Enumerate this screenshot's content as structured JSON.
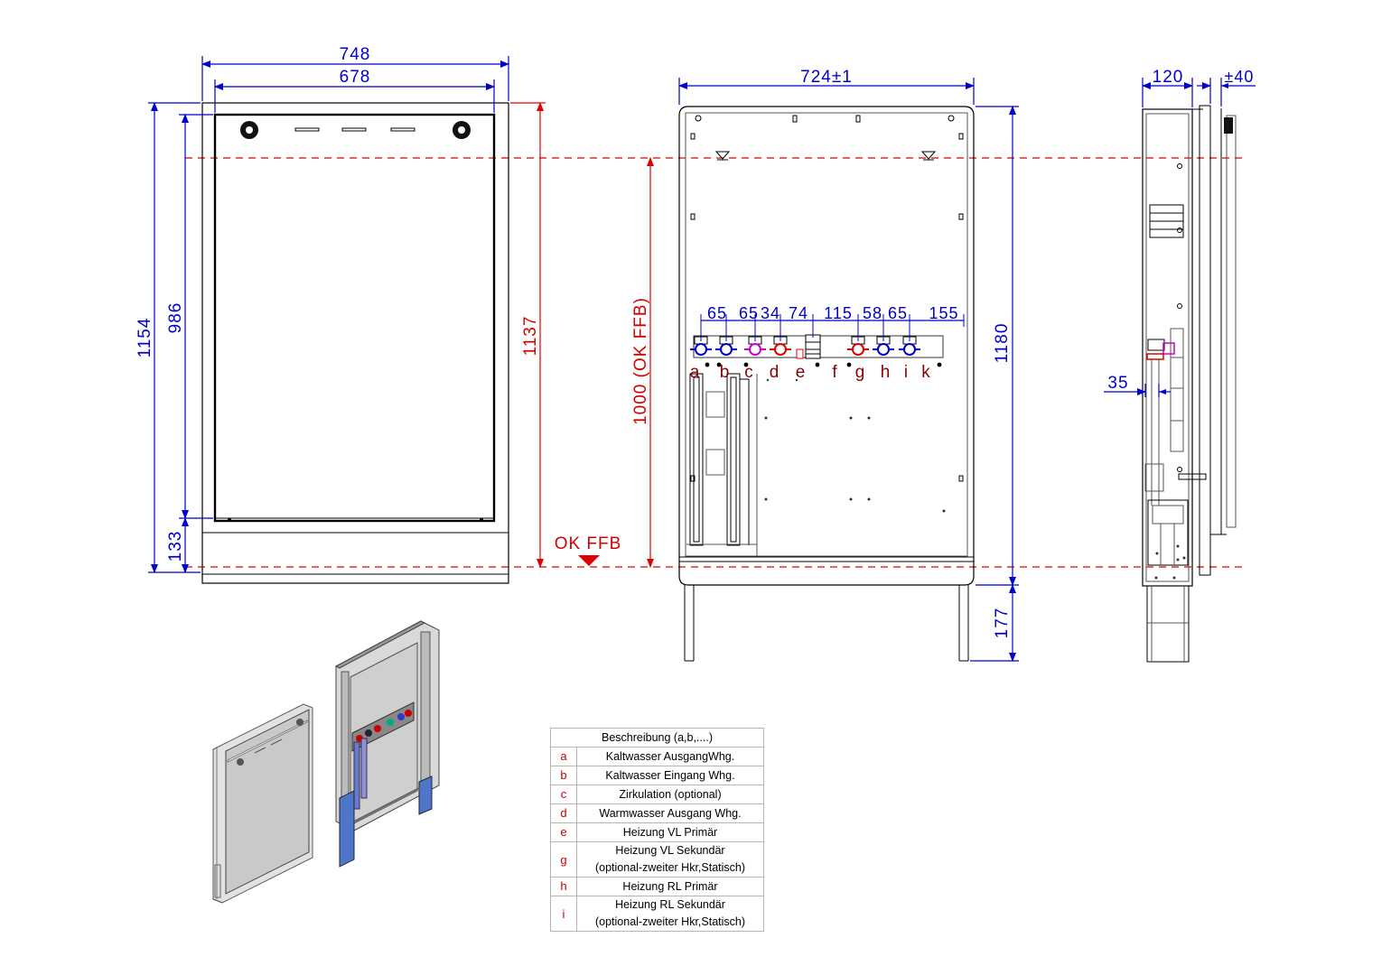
{
  "front_view": {
    "dims": {
      "outer_width": "748",
      "inner_width": "678",
      "total_height": "1154",
      "door_height": "986",
      "bottom_height": "133",
      "frame_height": "1137"
    }
  },
  "middle_view": {
    "dims": {
      "width": "724",
      "width_tol": "±1",
      "height": "1180",
      "leg_height": "177",
      "floor_height": "1000 (OK FFB)"
    },
    "spacings": [
      "65",
      "65",
      "34",
      "74",
      "115",
      "58",
      "65",
      "155"
    ],
    "connections": [
      "a",
      "b",
      "c",
      "d",
      "e",
      "f",
      "g",
      "h",
      "i",
      "k"
    ]
  },
  "floor_marker": "OK FFB",
  "side_view": {
    "dims": {
      "depth": "120",
      "adjust": "±40",
      "offset": "35"
    }
  },
  "legend": {
    "header": "Beschreibung (a,b,....)",
    "rows": [
      {
        "key": "a",
        "lines": [
          "Kaltwasser AusgangWhg."
        ]
      },
      {
        "key": "b",
        "lines": [
          "Kaltwasser Eingang Whg."
        ]
      },
      {
        "key": "c",
        "lines": [
          "Zirkulation (optional)"
        ]
      },
      {
        "key": "d",
        "lines": [
          "Warmwasser Ausgang Whg."
        ]
      },
      {
        "key": "e",
        "lines": [
          "Heizung VL Primär"
        ]
      },
      {
        "key": "g",
        "lines": [
          "Heizung VL Sekundär",
          "(optional-zweiter Hkr,Statisch)"
        ]
      },
      {
        "key": "h",
        "lines": [
          "Heizung RL Primär"
        ]
      },
      {
        "key": "i",
        "lines": [
          "Heizung RL Sekundär",
          "(optional-zweiter Hkr,Statisch)"
        ]
      }
    ]
  },
  "colors": {
    "dimension": "#0000cc",
    "reference": "#e00000",
    "label": "#8a0000",
    "frame": "#000000"
  }
}
